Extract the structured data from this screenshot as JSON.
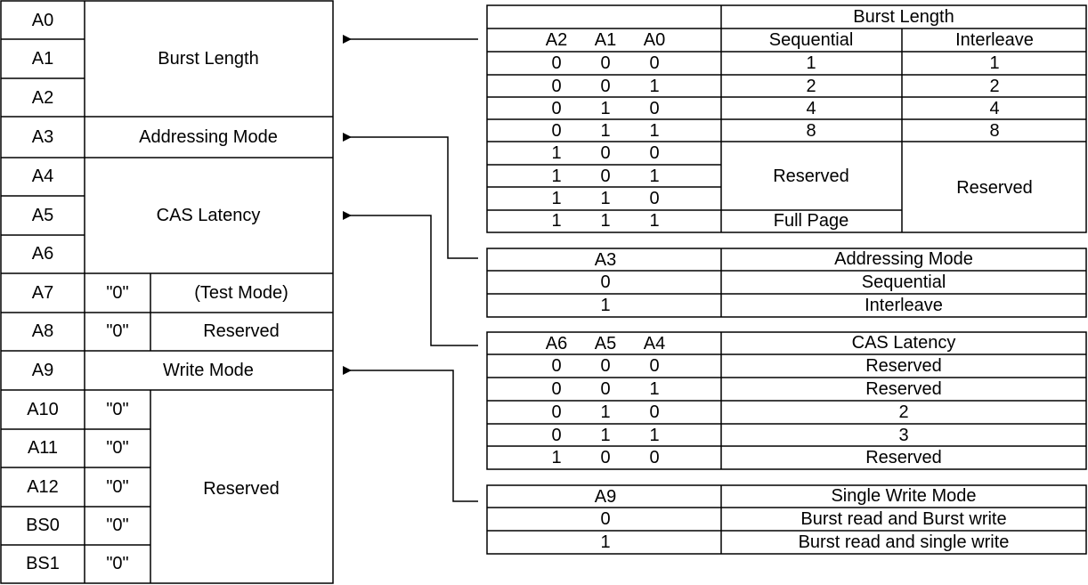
{
  "register": {
    "rows": [
      {
        "bit": "A0"
      },
      {
        "bit": "A1"
      },
      {
        "bit": "A2"
      },
      {
        "bit": "A3"
      },
      {
        "bit": "A4"
      },
      {
        "bit": "A5"
      },
      {
        "bit": "A6"
      },
      {
        "bit": "A7"
      },
      {
        "bit": "A8"
      },
      {
        "bit": "A9"
      },
      {
        "bit": "A10"
      },
      {
        "bit": "A11"
      },
      {
        "bit": "A12"
      },
      {
        "bit": "BS0"
      },
      {
        "bit": "BS1"
      }
    ],
    "zero_value": "\"0\"",
    "fields": {
      "burst_length": "Burst Length",
      "addressing_mode": "Addressing Mode",
      "cas_latency": "CAS Latency",
      "test_mode": "(Test Mode)",
      "reserved_a8": "Reserved",
      "write_mode": "Write Mode",
      "reserved_high": "Reserved"
    }
  },
  "burst_table": {
    "title": "Burst Length",
    "address_headers": [
      "A2",
      "A1",
      "A0"
    ],
    "sequential_header": "Sequential",
    "interleave_header": "Interleave",
    "rows": [
      {
        "bits": [
          "0",
          "0",
          "0"
        ],
        "sequential": "1",
        "interleave": "1"
      },
      {
        "bits": [
          "0",
          "0",
          "1"
        ],
        "sequential": "2",
        "interleave": "2"
      },
      {
        "bits": [
          "0",
          "1",
          "0"
        ],
        "sequential": "4",
        "interleave": "4"
      },
      {
        "bits": [
          "0",
          "1",
          "1"
        ],
        "sequential": "8",
        "interleave": "8"
      },
      {
        "bits": [
          "1",
          "0",
          "0"
        ]
      },
      {
        "bits": [
          "1",
          "0",
          "1"
        ]
      },
      {
        "bits": [
          "1",
          "1",
          "0"
        ]
      },
      {
        "bits": [
          "1",
          "1",
          "1"
        ]
      }
    ],
    "sequential_reserved": "Reserved",
    "sequential_full_page": "Full Page",
    "interleave_reserved": "Reserved"
  },
  "addressing_table": {
    "address_header": "A3",
    "value_header": "Addressing Mode",
    "rows": [
      {
        "bit": "0",
        "value": "Sequential"
      },
      {
        "bit": "1",
        "value": "Interleave"
      }
    ]
  },
  "cas_table": {
    "address_headers": [
      "A6",
      "A5",
      "A4"
    ],
    "value_header": "CAS Latency",
    "rows": [
      {
        "bits": [
          "0",
          "0",
          "0"
        ],
        "value": "Reserved"
      },
      {
        "bits": [
          "0",
          "0",
          "1"
        ],
        "value": "Reserved"
      },
      {
        "bits": [
          "0",
          "1",
          "0"
        ],
        "value": "2"
      },
      {
        "bits": [
          "0",
          "1",
          "1"
        ],
        "value": "3"
      },
      {
        "bits": [
          "1",
          "0",
          "0"
        ],
        "value": "Reserved"
      }
    ]
  },
  "write_table": {
    "address_header": "A9",
    "value_header": "Single Write Mode",
    "rows": [
      {
        "bit": "0",
        "value": "Burst read and Burst write"
      },
      {
        "bit": "1",
        "value": "Burst read and single write"
      }
    ]
  },
  "colors": {
    "line": "#000000",
    "background": "#ffffff"
  }
}
